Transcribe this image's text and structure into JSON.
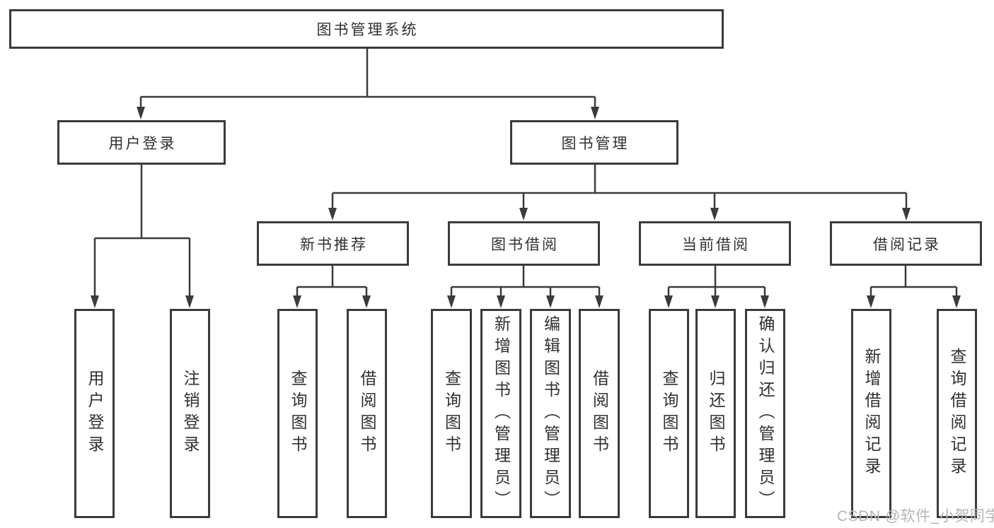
{
  "diagram": {
    "root": {
      "label": "图书管理系统"
    },
    "branches": [
      {
        "label": "用户登录",
        "children": [
          {
            "label": "用户登录"
          },
          {
            "label": "注销登录"
          }
        ]
      },
      {
        "label": "图书管理",
        "children": [
          {
            "label": "新书推荐",
            "children": [
              {
                "label": "查询图书"
              },
              {
                "label": "借阅图书"
              }
            ]
          },
          {
            "label": "图书借阅",
            "children": [
              {
                "label": "查询图书"
              },
              {
                "label": "新增图书（管理员）"
              },
              {
                "label": "编辑图书（管理员）"
              },
              {
                "label": "借阅图书"
              }
            ]
          },
          {
            "label": "当前借阅",
            "children": [
              {
                "label": "查询图书"
              },
              {
                "label": "归还图书"
              },
              {
                "label": "确认归还（管理员）"
              }
            ]
          },
          {
            "label": "借阅记录",
            "children": [
              {
                "label": "新增借阅记录"
              },
              {
                "label": "查询借阅记录"
              }
            ]
          }
        ]
      }
    ],
    "watermark": "CSDN @软件_小贺同学",
    "colors": {
      "line": "#3b3b3b",
      "box_border": "#3b3b3b",
      "text": "#303030",
      "background": "#ffffff",
      "watermark": "#b5b5b5"
    }
  }
}
